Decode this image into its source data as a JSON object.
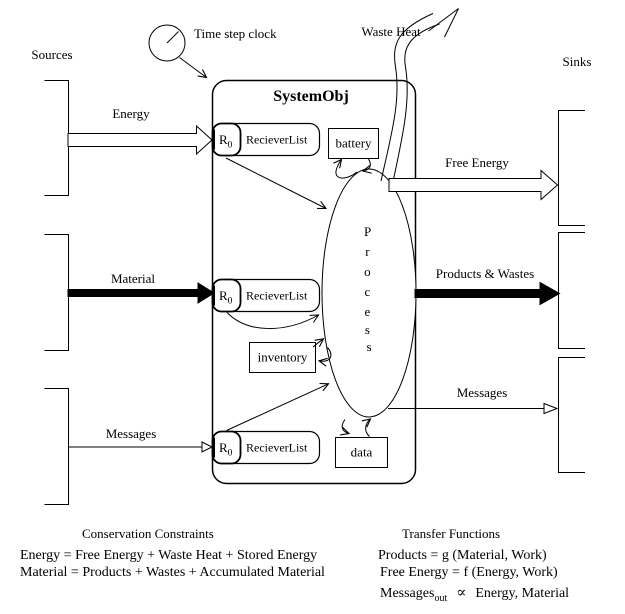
{
  "diagram": {
    "title": "SystemObj",
    "sources_label": "Sources",
    "sinks_label": "Sinks",
    "clock_label": "Time step clock",
    "waste_heat_label": "Waste Heat",
    "flows_in": {
      "energy": "Energy",
      "material": "Material",
      "messages": "Messages"
    },
    "flows_out": {
      "free_energy": "Free Energy",
      "products_wastes": "Products & Wastes",
      "messages": "Messages"
    },
    "receiver": {
      "r_label": "R",
      "r_sub": "0",
      "list_label": "RecieverList"
    },
    "stores": {
      "battery": "battery",
      "inventory": "inventory",
      "data": "data"
    },
    "process": {
      "letters": [
        "P",
        "r",
        "o",
        "c",
        "e",
        "s",
        "s"
      ]
    }
  },
  "conservation": {
    "heading": "Conservation Constraints",
    "line1": "Energy = Free Energy + Waste Heat + Stored Energy",
    "line2": "Material = Products + Wastes + Accumulated Material"
  },
  "transfer": {
    "heading": "Transfer Functions",
    "line1": "Products = g (Material, Work)",
    "line2": "Free Energy = f (Energy, Work)",
    "line3_base": "Messages",
    "line3_sub": "out",
    "line3_sym": "∝",
    "line3_rest": "Energy, Material"
  },
  "colors": {
    "ink": "#000000",
    "background": "#ffffff"
  }
}
